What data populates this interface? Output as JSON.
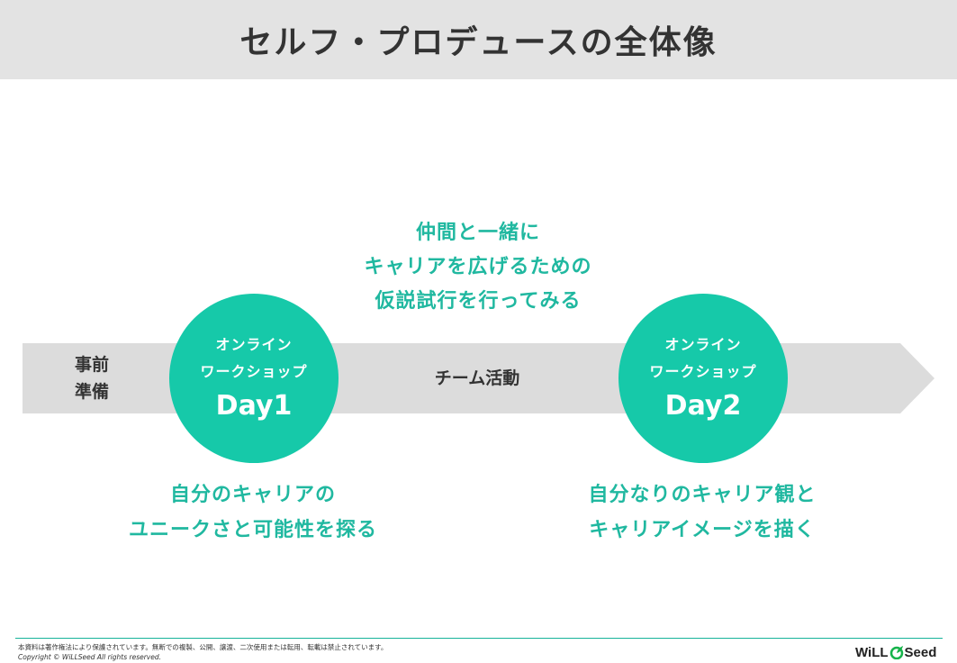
{
  "title": "セルフ・プロデュースの全体像",
  "timeline": {
    "pre_line1": "事前",
    "pre_line2": "準備",
    "team_activity": "チーム活動",
    "day1": {
      "line1": "オンライン",
      "line2": "ワークショップ",
      "day": "Day1"
    },
    "day2": {
      "line1": "オンライン",
      "line2": "ワークショップ",
      "day": "Day2"
    }
  },
  "top_message": [
    "仲間と一緒に",
    "キャリアを広げるための",
    "仮説試行を行ってみる"
  ],
  "day1_caption": [
    "自分のキャリアの",
    "ユニークさと可能性を探る"
  ],
  "day2_caption": [
    "自分なりのキャリア観と",
    "キャリアイメージを描く"
  ],
  "footer": {
    "notice": "本資料は著作権法により保護されています。無断での複製、公開、譲渡、二次使用または転用、転載は禁止されています。",
    "copyright": "Copyright © WiLLSeed All rights reserved.",
    "logo_text_left": "WiLL",
    "logo_text_right": "Seed"
  },
  "colors": {
    "accent": "#16c9a9",
    "accent_text": "#20b8a0",
    "arrow": "#dcdcdc",
    "header_bg": "#e3e3e3"
  }
}
